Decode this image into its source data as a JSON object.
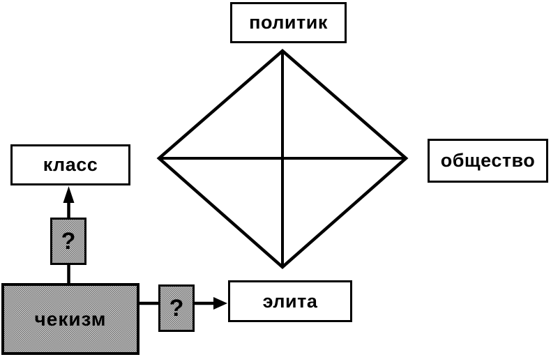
{
  "nodes": {
    "politik": "политик",
    "klass": "класс",
    "obshchestvo": "общество",
    "elita": "элита",
    "chekizm": "чекизм",
    "question_vertical": "?",
    "question_horizontal": "?"
  },
  "colors": {
    "page_bg": "#ffffff",
    "line": "#000000",
    "box_fill": "#ffffff",
    "box_border": "#000000",
    "text_color": "#000000",
    "halftone_dark": "#6f6f6f",
    "halftone_light": "#cfcfcf"
  }
}
